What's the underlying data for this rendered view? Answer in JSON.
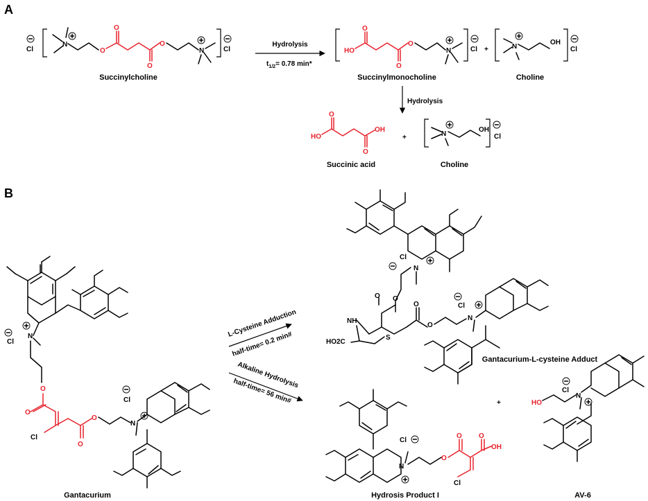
{
  "panels": {
    "a": "A",
    "b": "B"
  },
  "compounds": {
    "succinylcholine": "Succinylcholine",
    "succinylmonocholine": "Succinylmonocholine",
    "choline": "Choline",
    "succinic_acid": "Succinic acid",
    "gantacurium": "Gantacurium",
    "adduct": "Gantacurium-L-cysteine Adduct",
    "hydrosis_product": "Hydrosis Product I",
    "av6": "AV-6"
  },
  "conditions": {
    "hydrolysis": "Hydrolysis",
    "t_half_prefix": "t",
    "t_half_sub": "1/2",
    "t_half_value": "= 0.78 min*",
    "cysteine": "L-Cysteine Adduction",
    "cysteine_time": "half-time= 0.2 min#",
    "alkaline": "Alkaline Hydrolysis",
    "alkaline_time": "half-time= 56 min#"
  },
  "atoms": {
    "cl": "Cl",
    "n": "N",
    "o": "O",
    "ho": "HO",
    "oh": "OH",
    "nh": "NH",
    "s": "S",
    "ho2c": "HO2C",
    "plus": "+",
    "minus": "−"
  },
  "colors": {
    "ester_red": "#e8202a",
    "ink": "#000000"
  }
}
